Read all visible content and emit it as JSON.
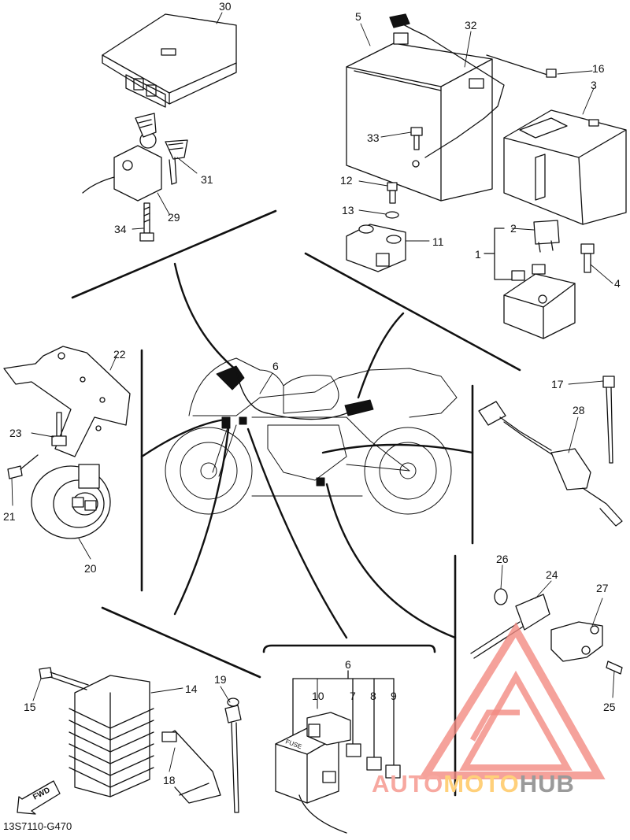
{
  "diagram": {
    "drawing_code": "13S7110-G470",
    "fwd_arrow_label": "FWD",
    "fuse_box_label": "FUSE",
    "watermark": {
      "part1": "AUTO",
      "part2": "MOTO",
      "part3": "HUB",
      "colors": {
        "triangle": "#f28b82",
        "auto": "#f7a8a0",
        "moto": "#ffd07a",
        "hub": "#9a9a9a"
      }
    },
    "part_labels": {
      "p1": "1",
      "p2": "2",
      "p3": "3",
      "p4": "4",
      "p5": "5",
      "p6a": "6",
      "p6b": "6",
      "p7": "7",
      "p8": "8",
      "p9": "9",
      "p10": "10",
      "p11": "11",
      "p12": "12",
      "p13": "13",
      "p14": "14",
      "p15": "15",
      "p16": "16",
      "p17": "17",
      "p18": "18",
      "p19": "19",
      "p20": "20",
      "p21": "21",
      "p22": "22",
      "p23": "23",
      "p24": "24",
      "p25": "25",
      "p26": "26",
      "p27": "27",
      "p28": "28",
      "p29": "29",
      "p30": "30",
      "p31": "31",
      "p32": "32",
      "p33": "33",
      "p34": "34"
    }
  }
}
